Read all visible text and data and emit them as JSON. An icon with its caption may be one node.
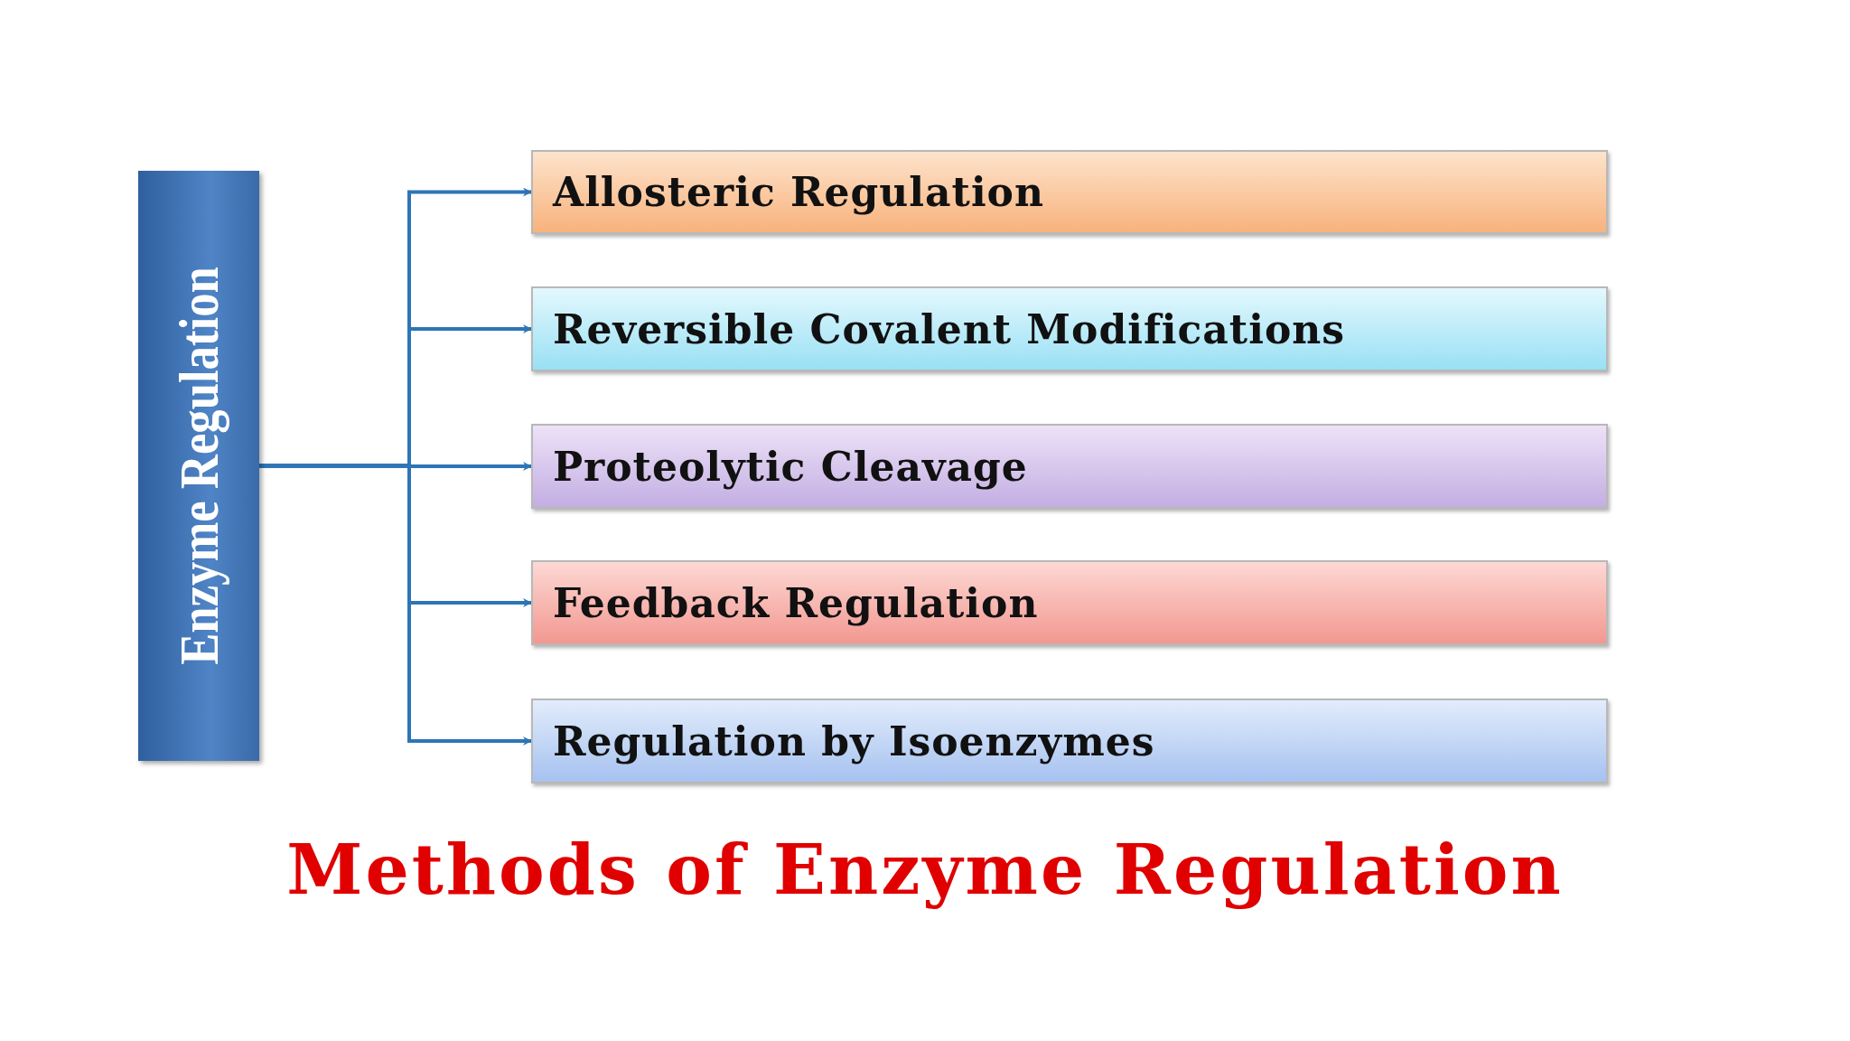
{
  "diagram": {
    "caption": "Methods of Enzyme Regulation",
    "nodes": [
      {
        "text": [
          "Enzyme Regulation"
        ]
      },
      {
        "text": [
          "Allosteric Regulation"
        ]
      },
      {
        "text": [
          "Reversible Covalent Modifications"
        ]
      },
      {
        "text": [
          "Proteolytic Cleavage"
        ]
      },
      {
        "text": [
          "Feedback Regulation"
        ]
      },
      {
        "text": [
          "Regulation by Isoenzymes"
        ]
      }
    ],
    "edges": [
      {
        "from": 0,
        "to": 1,
        "arrow": "to"
      },
      {
        "from": 0,
        "to": 2,
        "arrow": "to"
      },
      {
        "from": 0,
        "to": 3,
        "arrow": "to"
      },
      {
        "from": 0,
        "to": 4,
        "arrow": "to"
      },
      {
        "from": 0,
        "to": 5,
        "arrow": "to"
      }
    ]
  }
}
